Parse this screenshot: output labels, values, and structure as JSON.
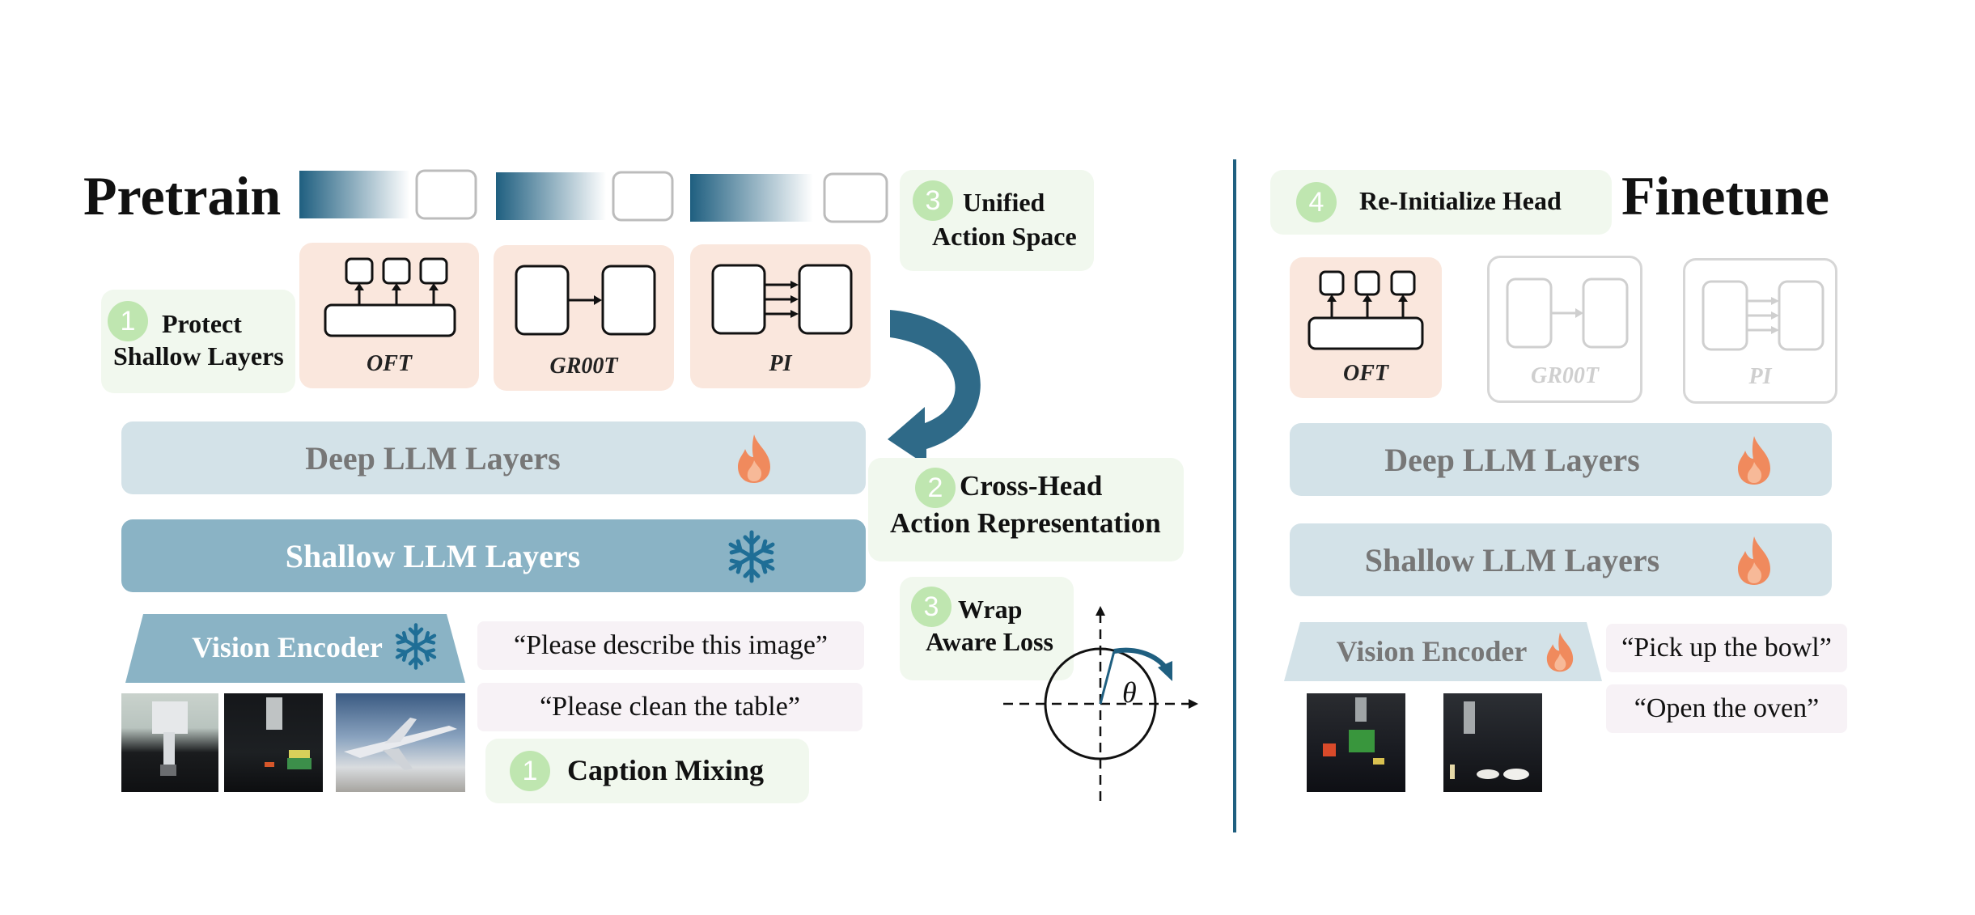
{
  "pretrain": {
    "title": "Pretrain",
    "heads": [
      {
        "label": "OFT"
      },
      {
        "label": "GR00T"
      },
      {
        "label": "PI"
      }
    ],
    "protect_badge": {
      "number": "1",
      "text_line1": "Protect",
      "text_line2": "Shallow Layers"
    },
    "unified_badge": {
      "number": "3",
      "text_line1": "Unified",
      "text_line2": "Action Space"
    },
    "cross_head_badge": {
      "number": "2",
      "text_line1": "Cross-Head",
      "text_line2": "Action Representation"
    },
    "wrap_badge": {
      "number": "3",
      "text_line1": "Wrap",
      "text_line2": "Aware Loss"
    },
    "caption_badge": {
      "number": "1",
      "text": "Caption Mixing"
    },
    "deep_layers": "Deep LLM Layers",
    "shallow_layers": "Shallow LLM Layers",
    "vision_encoder": "Vision Encoder",
    "prompts": [
      "“Please describe this image”",
      "“Please clean the table”"
    ],
    "theta_label": "θ"
  },
  "finetune": {
    "title": "Finetune",
    "reinit_badge": {
      "number": "4",
      "text": "Re-Initialize Head"
    },
    "heads": [
      {
        "label": "OFT"
      },
      {
        "label": "GR00T"
      },
      {
        "label": "PI"
      }
    ],
    "deep_layers": "Deep LLM Layers",
    "shallow_layers": "Shallow LLM Layers",
    "vision_encoder": "Vision Encoder",
    "prompts": [
      "“Pick up the bowl”",
      "“Open the oven”"
    ]
  },
  "colors": {
    "accent": "#1f5f80",
    "deep_layer_bg": "#d3e2e8",
    "shallow_layer_frozen_bg": "#8ab3c5",
    "head_bg": "#fae7dd",
    "badge_bg": "#f1f8ee",
    "badge_num": "#bfe6b0",
    "fire": "#f08a5d"
  }
}
